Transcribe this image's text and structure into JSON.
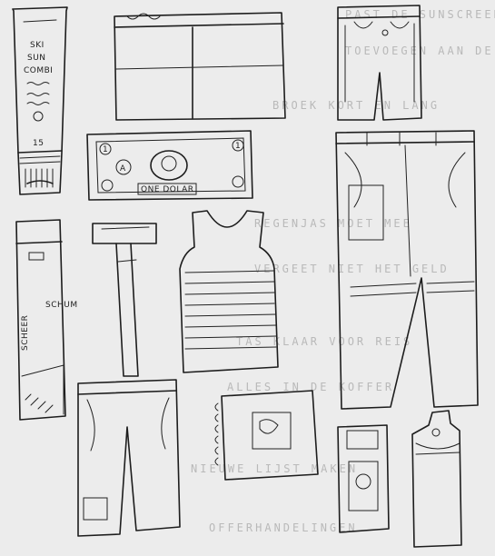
{
  "sunscreen": {
    "brand_line1": "SKI",
    "brand_line2": "SUN",
    "brand_line3": "COMBI",
    "spf": "15"
  },
  "banknote": {
    "denomination_label": "ONE DOLAR",
    "corner_value": "1",
    "seal_letter": "A"
  },
  "shaving_foam": {
    "label_word1": "SCHEER",
    "label_word2": "SCHUM"
  },
  "bleed_through_text": [
    "PAST DE SUNSCREEN IN DE TAS",
    "TOEVOEGEN AAN DE LIJST",
    "BROEK KORT EN LANG",
    "REGENJAS MOET MEE",
    "VERGEET NIET HET GELD",
    "TAS KLAAR VOOR REIS",
    "ALLES IN DE KOFFER",
    "NIEUWE LIJST MAKEN",
    "OFFERHANDELINGEN"
  ]
}
